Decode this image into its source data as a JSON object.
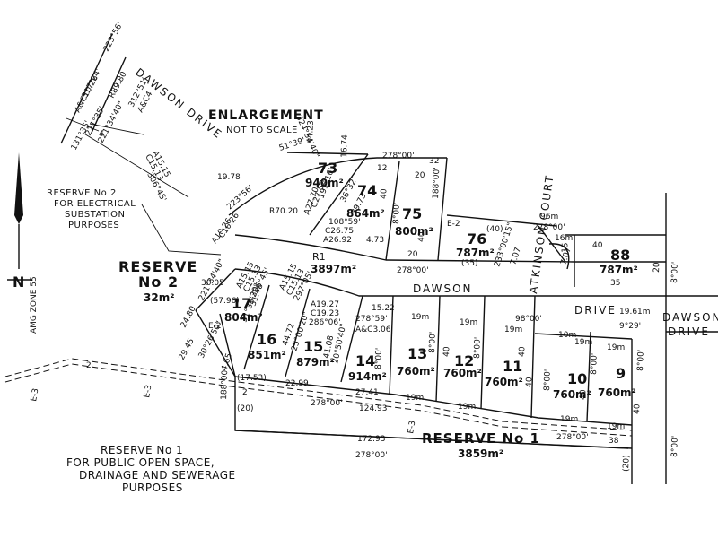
{
  "enlargement": {
    "title": "ENLARGEMENT",
    "subtitle": "NOT TO SCALE"
  },
  "reserves": {
    "r2_title": "RESERVE",
    "r2_no": "No 2",
    "r2_area": "32m²",
    "r1_title": "RESERVE No 1",
    "r1_area": "3859m²",
    "r1_purpose": [
      "RESERVE No 1",
      "FOR PUBLIC OPEN SPACE,",
      "DRAINAGE AND SEWERAGE",
      "PURPOSES"
    ],
    "r2_purpose": [
      "RESERVE No 2",
      "FOR ELECTRICAL",
      "SUBSTATION",
      "PURPOSES"
    ]
  },
  "roads": {
    "dawson_drive_top": "DAWSON DRIVE",
    "dawson_main": "DAWSON",
    "drive_main": "DRIVE",
    "dawson_right": "DAWSON",
    "drive_right": "DRIVE",
    "atkinson_court": "ATKINSON COURT",
    "r1_label": "R1",
    "r1_area": "3897m²"
  },
  "zone": "AMG ZONE 55",
  "north": "N",
  "lots": [
    {
      "no": "73",
      "area": "940m²"
    },
    {
      "no": "74",
      "area": "864m²"
    },
    {
      "no": "75",
      "area": "800m²"
    },
    {
      "no": "76",
      "area": "787m²"
    },
    {
      "no": "88",
      "area": "787m²"
    },
    {
      "no": "17",
      "area": "804m²"
    },
    {
      "no": "16",
      "area": "851m²"
    },
    {
      "no": "15",
      "area": "879m²"
    },
    {
      "no": "14",
      "area": "914m²"
    },
    {
      "no": "13",
      "area": "760m²"
    },
    {
      "no": "12",
      "area": "760m²"
    },
    {
      "no": "11",
      "area": "760m²"
    },
    {
      "no": "10",
      "area": "760m²"
    },
    {
      "no": "9",
      "area": "760m²"
    }
  ],
  "dims": {
    "d223_56": "223°56'",
    "d317_24": "317°24'",
    "ac10_26": "A&C10.26",
    "r89_80": "R89.80",
    "d312_51": "312°51'",
    "ac4": "A&C4",
    "d221_35": "221°35'",
    "d131_35": "131°35'",
    "d221_34": "221°34'40\"",
    "a15_15": "A15.15",
    "c15_13": "C15.13",
    "d306_45": "306°45'",
    "d324_54": "324°54'40\"",
    "d51_39": "51°39'",
    "d44_23": "44.23",
    "d16_74": "16.74",
    "d278_top": "278°00'",
    "d32": "32",
    "d12": "12",
    "d20": "20",
    "d40": "40",
    "d188": "188°00'",
    "d8": "8°00'",
    "d191_16": "191°16'",
    "c27_52": "C27.52",
    "a27_70": "A27.70",
    "d36_32": "36°32'",
    "d39_73": "39.73",
    "d108_59": "108°59'",
    "c26_75": "C26.75",
    "a26_92": "A26.92",
    "d4_73": "4.73",
    "d19_78": "19.78",
    "d223_56b": "223°56'",
    "r70_20": "R70.20",
    "c10_26": "C10.26",
    "a10_26": "A10.26",
    "d96m": "96m",
    "d278_b": "278°00'",
    "d40b": "(40)",
    "d35b": "(35)",
    "e2": "E-2",
    "e3": "E-3",
    "d233": "233°00'15\"",
    "d7_07": "7.07",
    "d16m": "16m",
    "d15": "15",
    "d35": "35",
    "d30_05": "30.05",
    "d221_34b": "221°34'40\"",
    "a15_15b": "A15.15",
    "c15_13b": "C15.13",
    "d297_05": "297°05'",
    "d306_45b": "306°45'",
    "d57_96": "(57.96)",
    "d31_48": "31.48",
    "d31_38": "31°38'20\"",
    "d24_80": "24.80",
    "d29_45": "29.45",
    "d30_26": "30°26'50\"",
    "d4_65": "4.65",
    "d17_53": "(17.53)",
    "d44_72": "44.72",
    "d25_00": "25°00'20\"",
    "d22_99": "22.99",
    "a19_27": "A19.27",
    "c19_23": "C19.23",
    "d286_06": "286°06'",
    "d41_08": "41.08",
    "d20_50": "20°50'40\"",
    "d15_22": "15.22",
    "d278_59": "278°59'",
    "ac3_06": "A&C3.06",
    "d27_41": "27.41",
    "d19m": "19m",
    "d98": "98°00'",
    "d10m": "10m",
    "d19_61": "19.61m",
    "d9_29": "9°29'",
    "d124_93": "124.93",
    "d172_93": "172.93",
    "d38": "38",
    "d20p": "(20)",
    "d4": "4",
    "d2": "2"
  }
}
